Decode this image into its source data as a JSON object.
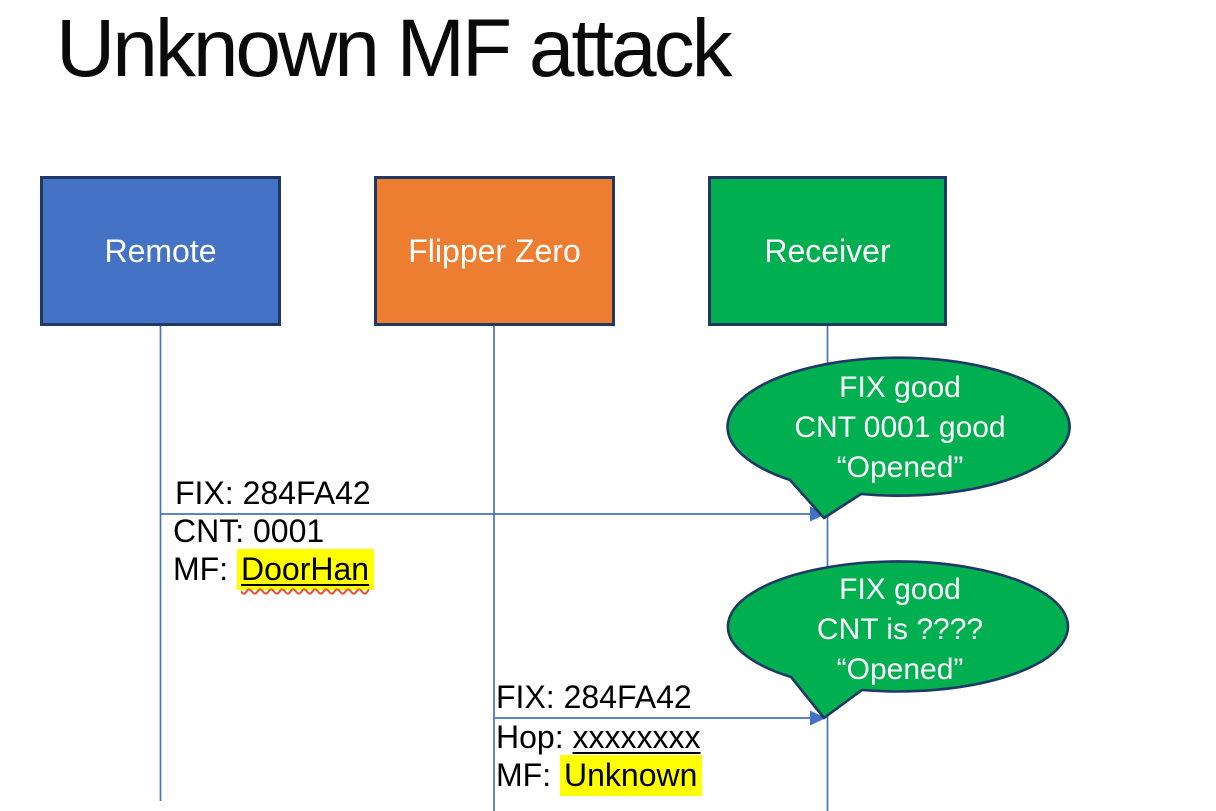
{
  "slide": {
    "title": "Unknown MF attack"
  },
  "actors": [
    {
      "label": "Remote",
      "fill": "#4472C4"
    },
    {
      "label": "Flipper Zero",
      "fill": "#ED7D31"
    },
    {
      "label": "Receiver",
      "fill": "#00B050"
    }
  ],
  "messages": [
    {
      "from": "Remote",
      "to": "Receiver",
      "above_label": "FIX: 284FA42",
      "below_line1": "CNT: 0001",
      "below_line2_prefix": "MF: ",
      "below_line2_value": "DoorHan"
    },
    {
      "from": "Flipper Zero",
      "to": "Receiver",
      "above_label": "FIX: 284FA42",
      "below_line1_prefix": "Hop: ",
      "below_line1_value": "xxxxxxxx",
      "below_line2_prefix": "MF: ",
      "below_line2_value": "Unknown"
    }
  ],
  "callouts": [
    {
      "lines": [
        "FIX good",
        "CNT 0001 good",
        "“Opened”"
      ]
    },
    {
      "lines": [
        "FIX good",
        "CNT is ????",
        "“Opened”"
      ]
    }
  ],
  "colors": {
    "remote_fill": "#4472C4",
    "flipper_fill": "#ED7D31",
    "receiver_fill": "#00B050",
    "callout_fill": "#00B050",
    "shape_border": "#1F3864",
    "connector": "#4472C4",
    "highlight": "#FFFF00",
    "spellcheck_squiggle": "#E8502E",
    "bubble_text": "#FFFFFF",
    "label_text": "#000000"
  }
}
